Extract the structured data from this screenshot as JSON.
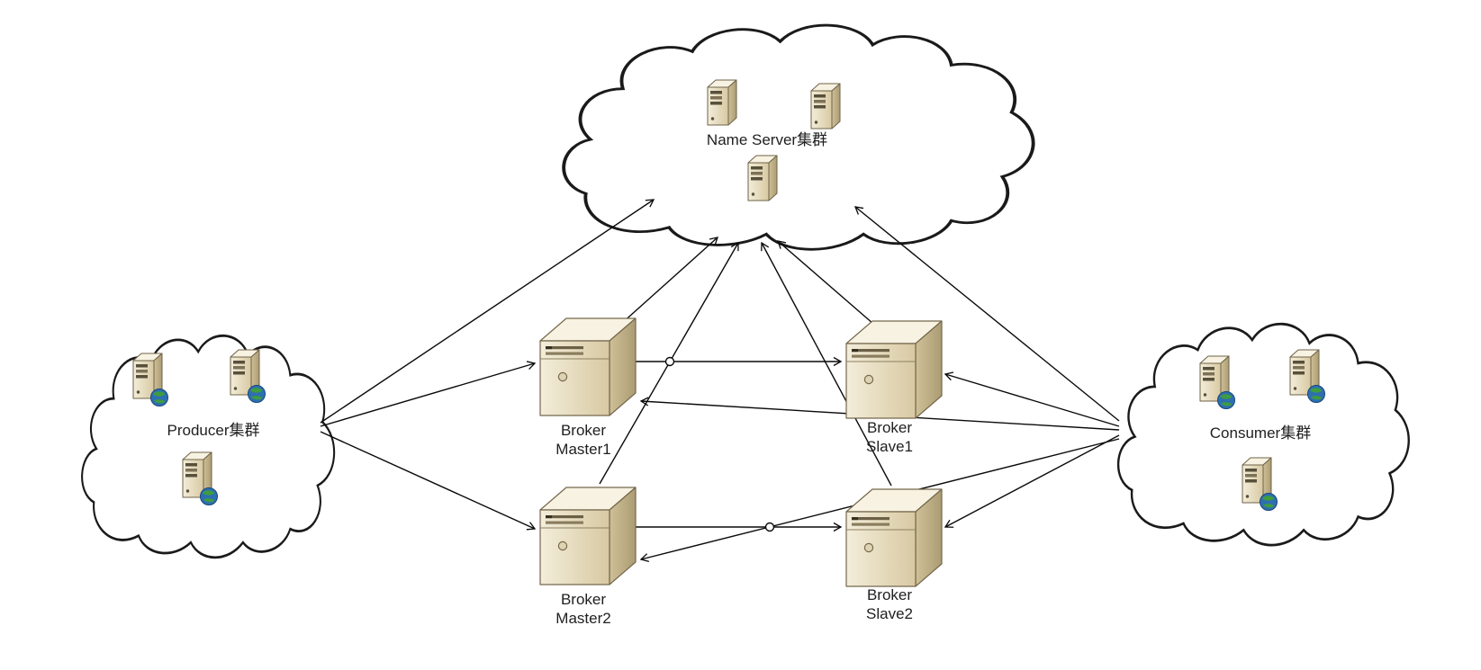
{
  "diagram": {
    "type": "architecture-diagram",
    "clouds": {
      "name_server": {
        "label": "Name Server集群",
        "server_count": 3
      },
      "producer": {
        "label": "Producer集群",
        "server_count": 3
      },
      "consumer": {
        "label": "Consumer集群",
        "server_count": 3
      }
    },
    "brokers": {
      "master1": {
        "line1": "Broker",
        "line2": "Master1"
      },
      "slave1": {
        "line1": "Broker",
        "line2": "Slave1"
      },
      "master2": {
        "line1": "Broker",
        "line2": "Master2"
      },
      "slave2": {
        "line1": "Broker",
        "line2": "Slave2"
      }
    },
    "edges": [
      {
        "from": "producer",
        "to": "name_server"
      },
      {
        "from": "producer",
        "to": "master1"
      },
      {
        "from": "producer",
        "to": "master2"
      },
      {
        "from": "master1",
        "to": "name_server"
      },
      {
        "from": "slave1",
        "to": "name_server"
      },
      {
        "from": "master2",
        "to": "name_server"
      },
      {
        "from": "slave2",
        "to": "name_server"
      },
      {
        "from": "consumer",
        "to": "name_server"
      },
      {
        "from": "consumer",
        "to": "slave1"
      },
      {
        "from": "consumer",
        "to": "master1"
      },
      {
        "from": "consumer",
        "to": "slave2"
      },
      {
        "from": "consumer",
        "to": "master2"
      },
      {
        "from": "master1",
        "to": "slave1"
      },
      {
        "from": "master2",
        "to": "slave2"
      }
    ],
    "icons": {
      "small_server": "tower-server-icon",
      "client_server": "tower-server-with-globe-icon",
      "broker_server": "server-box-icon"
    },
    "colors": {
      "background": "#ffffff",
      "line": "#0a0a0a",
      "server_front_light": "#f3edda",
      "server_front_dark": "#d8c9a2",
      "server_side": "#b9a980",
      "server_top": "#f7f2e2",
      "globe_blue": "#2e6fb0",
      "globe_green": "#3f9c3f",
      "text": "#1f1f1f"
    }
  }
}
